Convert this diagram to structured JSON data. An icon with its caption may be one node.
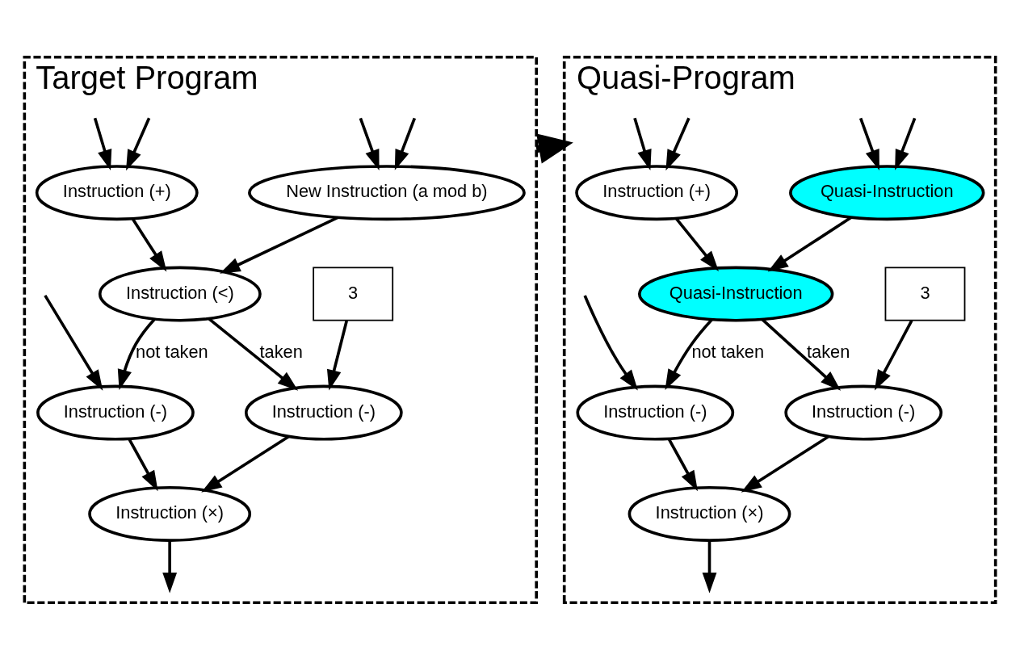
{
  "diagram": {
    "nodes": [
      {
        "text": [
          "Target Program"
        ]
      },
      {
        "text": [
          "New Instruction (a mod b)"
        ],
        "in": 0
      },
      {
        "text": [
          "Instruction (+)"
        ],
        "in": 0
      },
      {
        "text": [
          "Instruction (<)"
        ],
        "in": 0
      },
      {
        "text": [
          "3"
        ],
        "in": 0
      },
      {
        "text": [
          "Instruction (-)"
        ],
        "in": 0
      },
      {
        "text": [
          "Instruction (-)"
        ],
        "in": 0
      },
      {
        "text": [
          "Instruction (×)"
        ],
        "in": 0
      },
      {
        "text": [
          "Quasi-Program"
        ]
      },
      {
        "text": [
          "Quasi-Instruction"
        ],
        "in": 8
      },
      {
        "text": [
          "Instruction (+)"
        ],
        "in": 8
      },
      {
        "text": [
          "Quasi-Instruction"
        ],
        "in": 8
      },
      {
        "text": [
          "3"
        ],
        "in": 8
      },
      {
        "text": [
          "Instruction (-)"
        ],
        "in": 8
      },
      {
        "text": [
          "Instruction (-)"
        ],
        "in": 8
      },
      {
        "text": [
          "Instruction (×)"
        ],
        "in": 8
      }
    ],
    "edges": [
      {
        "from": null,
        "to": 1,
        "arrow": "to"
      },
      {
        "from": null,
        "to": 1,
        "arrow": "to"
      },
      {
        "from": null,
        "to": 2,
        "arrow": "to"
      },
      {
        "from": null,
        "to": 2,
        "arrow": "to"
      },
      {
        "from": null,
        "to": 6,
        "arrow": "to"
      },
      {
        "from": 1,
        "to": 3,
        "arrow": "to"
      },
      {
        "from": 2,
        "to": 3,
        "arrow": "to"
      },
      {
        "from": 3,
        "to": 5,
        "arrow": "to",
        "label": "taken"
      },
      {
        "from": 3,
        "to": 6,
        "arrow": "to",
        "label": "not taken"
      },
      {
        "from": 4,
        "to": 5,
        "arrow": "to"
      },
      {
        "from": 5,
        "to": 7,
        "arrow": "to"
      },
      {
        "from": 6,
        "to": 7,
        "arrow": "to"
      },
      {
        "from": 7,
        "to": null,
        "arrow": "to"
      },
      {
        "from": 0,
        "to": 8,
        "arrow": "to",
        "style": "thick"
      },
      {
        "from": null,
        "to": 9,
        "arrow": "to"
      },
      {
        "from": null,
        "to": 9,
        "arrow": "to"
      },
      {
        "from": null,
        "to": 10,
        "arrow": "to"
      },
      {
        "from": null,
        "to": 10,
        "arrow": "to"
      },
      {
        "from": null,
        "to": 14,
        "arrow": "to"
      },
      {
        "from": 9,
        "to": 11,
        "arrow": "to"
      },
      {
        "from": 10,
        "to": 11,
        "arrow": "to"
      },
      {
        "from": 11,
        "to": 13,
        "arrow": "to",
        "label": "taken"
      },
      {
        "from": 11,
        "to": 14,
        "arrow": "to",
        "label": "not taken"
      },
      {
        "from": 12,
        "to": 13,
        "arrow": "to"
      },
      {
        "from": 13,
        "to": 15,
        "arrow": "to"
      },
      {
        "from": 14,
        "to": 15,
        "arrow": "to"
      },
      {
        "from": 15,
        "to": null,
        "arrow": "to"
      }
    ]
  }
}
